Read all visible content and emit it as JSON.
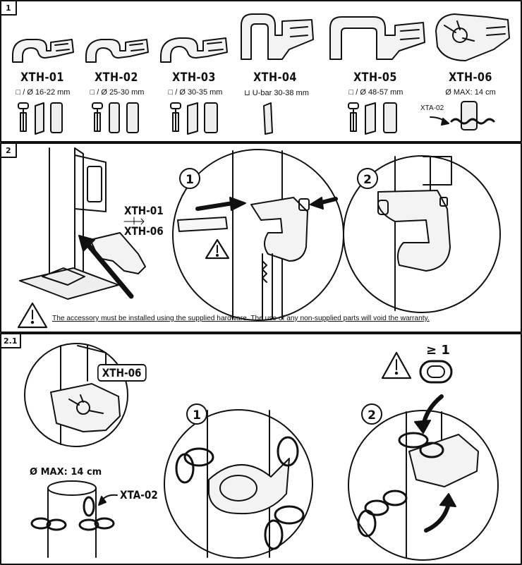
{
  "sections": {
    "s1_label": "1",
    "s2_label": "2",
    "s21_label": "2.1"
  },
  "models": [
    {
      "name": "XTH-01",
      "spec": "□ / Ø 16-22 mm"
    },
    {
      "name": "XTH-02",
      "spec": "□ / Ø 25-30 mm"
    },
    {
      "name": "XTH-03",
      "spec": "□ / Ø 30-35 mm"
    },
    {
      "name": "XTH-04",
      "spec": "⊔ U-bar 30-38 mm"
    },
    {
      "name": "XTH-05",
      "spec": "□ / Ø 48-57 mm"
    },
    {
      "name": "XTH-06",
      "spec": "Ø MAX: 14 cm"
    }
  ],
  "s1_chain_label": "XTA-02",
  "s2": {
    "range_from": "XTH-01",
    "range_to": "XTH-06",
    "step1": "1",
    "step2": "2",
    "warning": "The accessory must be installed using the supplied hardware. The use of any non-supplied parts will void the warranty."
  },
  "s21": {
    "model_tag": "XTH-06",
    "diameter": "Ø MAX: 14 cm",
    "chain": "XTA-02",
    "step1": "1",
    "step2": "2",
    "min_links": "≥ 1"
  }
}
